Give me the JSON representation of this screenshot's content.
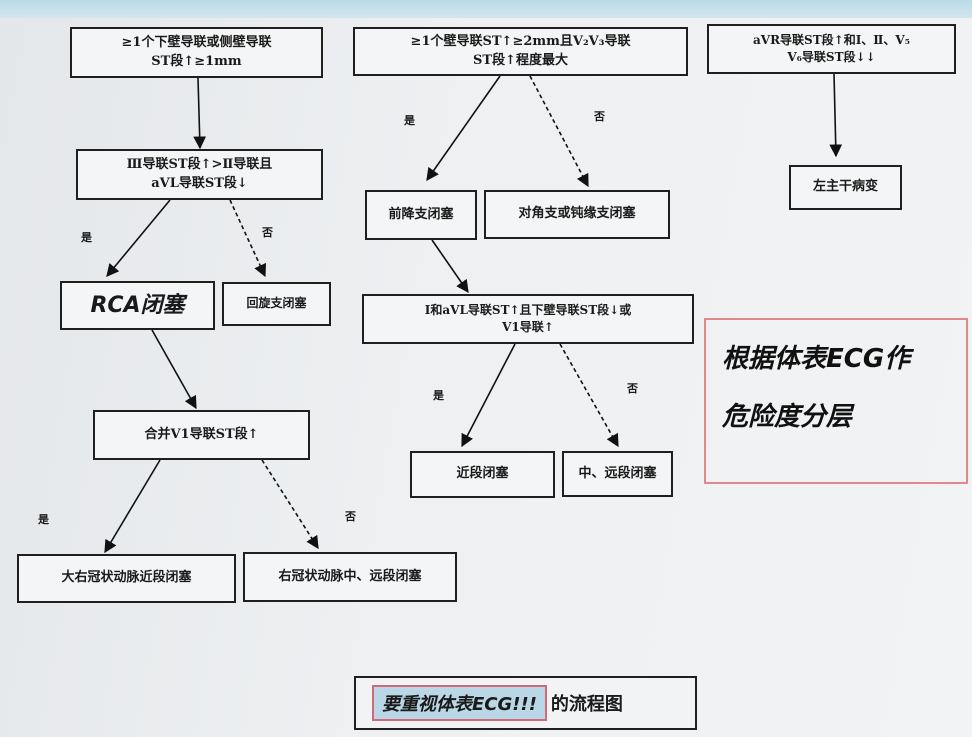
{
  "nodes": {
    "n1": "≥1个下壁导联或侧壁导联\nST段↑≥1mm",
    "n2": "Ⅲ导联ST段↑>Ⅱ导联且\naVL导联ST段↓",
    "n3": "RCA闭塞",
    "n4": "回旋支闭塞",
    "n5": "合并V1导联ST段↑",
    "n6": "大右冠状动脉近段闭塞",
    "n7": "右冠状动脉中、远段闭塞",
    "n8": "≥1个壁导联ST↑≥2mm且V₂V₃导联\nST段↑程度最大",
    "n9": "前降支闭塞",
    "n10": "对角支或钝缘支闭塞",
    "n11": "Ⅰ和aVL导联ST↑且下壁导联ST段↓或\nV1导联↑",
    "n12": "近段闭塞",
    "n13": "中、远段闭塞",
    "n14": "aVR导联ST段↑和Ⅰ、Ⅱ、V₅\nV₆导联ST段↓↓",
    "n15": "左主干病变"
  },
  "labels": {
    "yes": "是",
    "no": "否"
  },
  "note": {
    "line1": "根据体表ECG作",
    "line2": "危险度分层"
  },
  "footer": {
    "emphasis": "要重视体表ECG!!!",
    "suffix": "的流程图"
  }
}
